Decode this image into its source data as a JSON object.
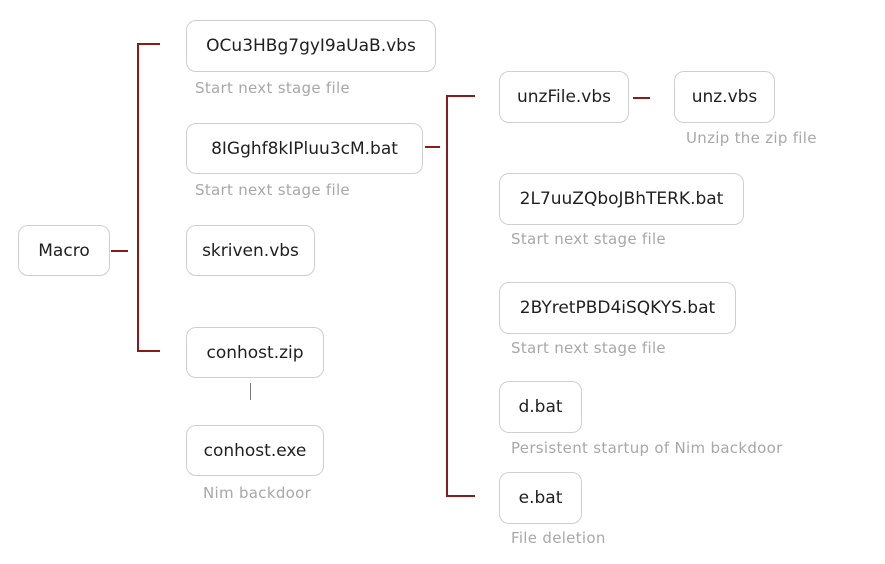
{
  "nodes": {
    "macro": "Macro",
    "ocu3": "OCu3HBg7gyI9aUaB.vbs",
    "eight": "8IGghf8kIPluu3cM.bat",
    "skriven": "skriven.vbs",
    "conhost_zip": "conhost.zip",
    "conhost_exe": "conhost.exe",
    "unzfile": "unzFile.vbs",
    "unz": "unz.vbs",
    "twoL7": "2L7uuZQboJBhTERK.bat",
    "twoBY": "2BYretPBD4iSQKYS.bat",
    "d_bat": "d.bat",
    "e_bat": "e.bat"
  },
  "captions": {
    "ocu3": "Start next stage file",
    "eight": "Start next stage file",
    "conhost_exe": "Nim backdoor",
    "unz": "Unzip the zip file",
    "twoL7": "Start next stage file",
    "twoBY": "Start next stage file",
    "d_bat": "Persistent startup of Nim backdoor",
    "e_bat": "File deletion"
  },
  "colors": {
    "connector": "#8b1a1a",
    "box_border": "#cfcfcf",
    "caption": "#a8a8a8"
  }
}
